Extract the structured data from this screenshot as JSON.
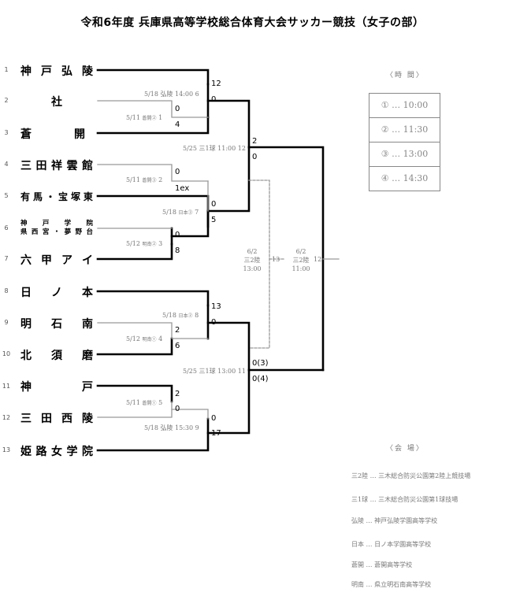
{
  "title": "令和6年度 兵庫県高等学校総合体育大会サッカー競技（女子の部）",
  "teams": [
    {
      "seed": "1",
      "name": "神戸弘陵"
    },
    {
      "seed": "2",
      "name": "社"
    },
    {
      "seed": "3",
      "name": "蒼開"
    },
    {
      "seed": "4",
      "name": "三田祥雲館"
    },
    {
      "seed": "5",
      "name": "有馬・宝塚東"
    },
    {
      "seed": "6",
      "line1": "神戸学院",
      "line2": "県西宮・夢野台"
    },
    {
      "seed": "7",
      "name": "六甲アイ"
    },
    {
      "seed": "8",
      "name": "日ノ本"
    },
    {
      "seed": "9",
      "name": "明石南"
    },
    {
      "seed": "10",
      "name": "北須磨"
    },
    {
      "seed": "11",
      "name": "神戸"
    },
    {
      "seed": "12",
      "name": "三田西陵"
    },
    {
      "seed": "13",
      "name": "姫路女学院"
    }
  ],
  "scores": {
    "m2_top": "0",
    "m2_bot": "4",
    "m1_top": "12",
    "m1_bot": "0",
    "m3_top": "0",
    "m3_bot": "1ex",
    "m4_top": "0",
    "m4_bot": "8",
    "m5_top": "0",
    "m5_bot": "5",
    "qf1_top": "2",
    "qf1_bot": "0",
    "m6_top": "13",
    "m6_bot": "0",
    "m7_top": "2",
    "m7_bot": "6",
    "m8_top": "2",
    "m8_bot": "0",
    "m9_top": "0",
    "m9_bot": "17",
    "qf2_top": "0(3)",
    "qf2_bot": "0(4)"
  },
  "match_info": {
    "m1": "5/18 弘陵 14:00",
    "m1_no": "6",
    "m2": "5/11",
    "m2_venue": "蒼開②",
    "m2_no": "1",
    "qf1": "5/25 三1球 11:00",
    "qf1_no": "12",
    "m3": "5/11",
    "m3_venue": "蒼開③",
    "m3_no": "2",
    "m5": "5/18",
    "m5_venue": "日本③",
    "m5_no": "7",
    "m4": "5/12",
    "m4_venue": "明南②",
    "m4_no": "3",
    "m6": "5/18",
    "m6_venue": "日本②",
    "m6_no": "8",
    "m7": "5/12",
    "m7_venue": "明南①",
    "m7_no": "4",
    "qf2": "5/25 三1球 13:00",
    "qf2_no": "11",
    "m8": "5/11",
    "m8_venue": "蒼開①",
    "m8_no": "5",
    "m9": "5/18 弘陵 15:30",
    "m9_no": "9",
    "sf": {
      "date": "6/2",
      "venue": "三2陸",
      "time": "13:00",
      "no": "13"
    },
    "final": {
      "date": "6/2",
      "venue": "三2陸",
      "time": "11:00",
      "no": "12"
    }
  },
  "schedule": {
    "heading": "〈時 間〉",
    "rows": [
      "① … 10:00",
      "② … 11:30",
      "③ … 13:00",
      "④ … 14:30"
    ]
  },
  "venues": {
    "heading": "〈会 場〉",
    "rows": [
      "三2陸 … 三木総合防災公園第2陸上競技場",
      "三1球 … 三木総合防災公園第1球技場",
      "弘陵 … 神戸弘陵学園高等学校",
      "日本 … 日ノ本学園高等学校",
      "蒼開 … 蒼開高等学校",
      "明南 … 県立明石南高等学校"
    ]
  }
}
